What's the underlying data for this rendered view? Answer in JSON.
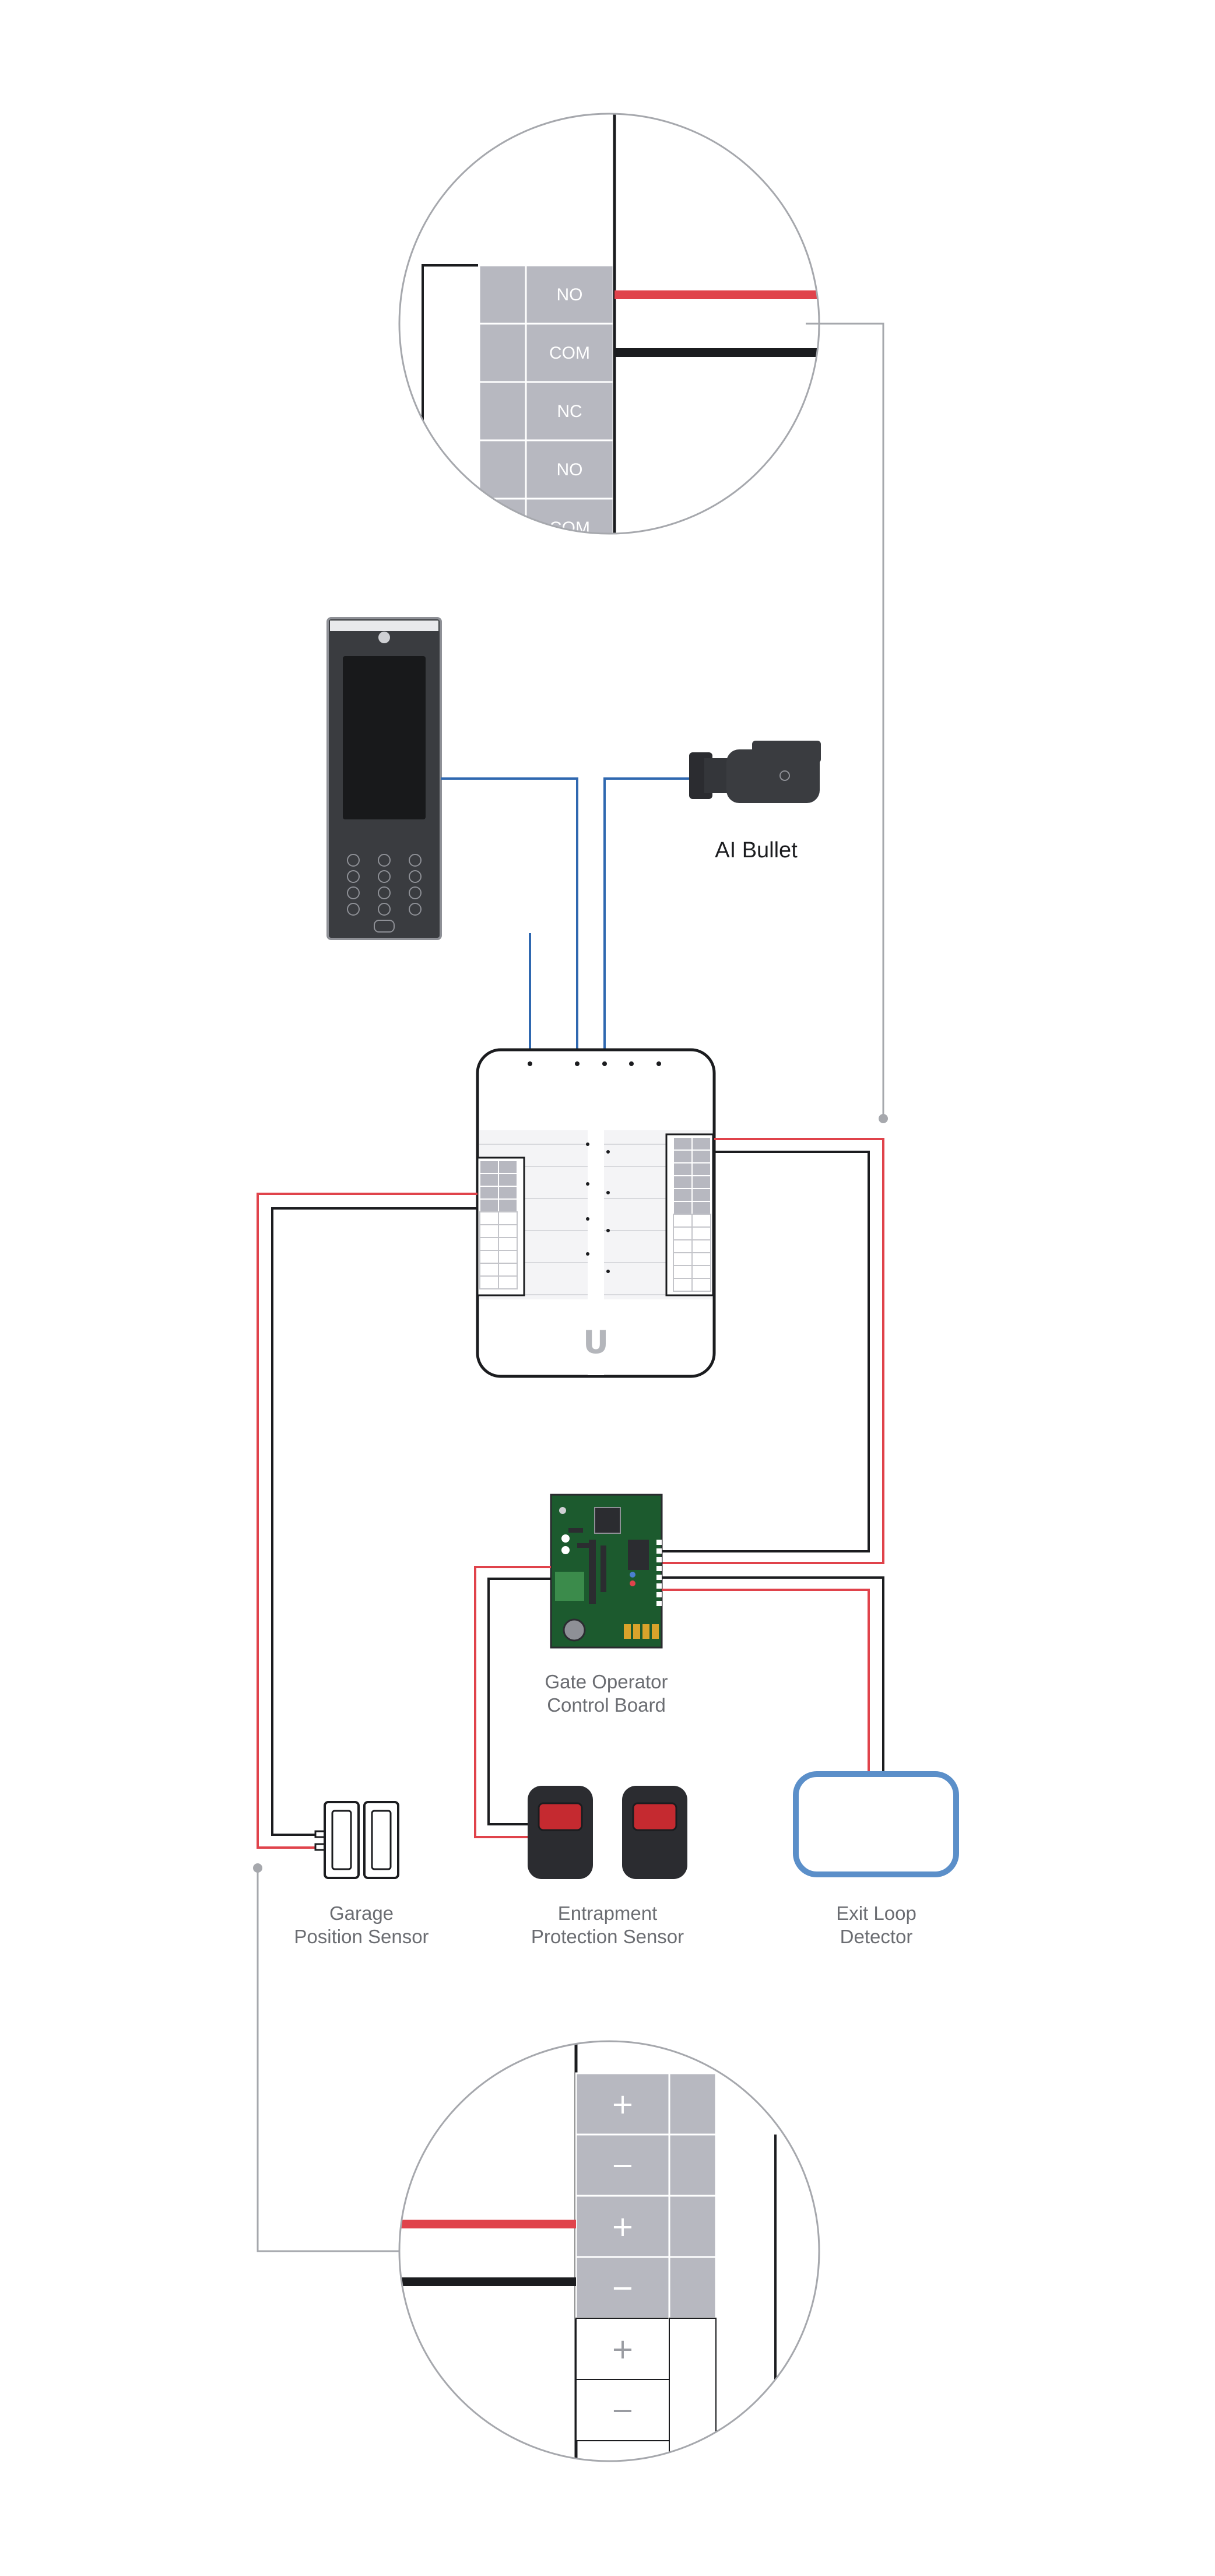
{
  "colors": {
    "wire_red": "#e0434b",
    "wire_black": "#1b1c1f",
    "wire_blue": "#2f68b0",
    "leader_gray": "#a6a8ad",
    "terminal_gray": "#b7b8c0",
    "loop_blue": "#5b8fc9",
    "pcb_green": "#1c5a2e"
  },
  "zoom_top": {
    "terminals": [
      "NO",
      "COM",
      "NC",
      "NO",
      "COM"
    ]
  },
  "zoom_bottom": {
    "terminals": [
      "+",
      "−",
      "+",
      "−",
      "+",
      "−"
    ]
  },
  "devices": {
    "intercom": {
      "icon": "intercom-icon"
    },
    "camera": {
      "label": "AI Bullet",
      "icon": "bullet-camera-icon"
    },
    "hub": {
      "icon": "access-hub-icon",
      "logo": "U"
    },
    "gate_board": {
      "label_line1": "Gate Operator",
      "label_line2": "Control Board",
      "icon": "circuit-board-icon"
    },
    "position_sensor": {
      "label_line1": "Garage",
      "label_line2": "Position Sensor",
      "icon": "magnetic-sensor-icon"
    },
    "entrapment_sensor": {
      "label_line1": "Entrapment",
      "label_line2": "Protection Sensor",
      "icon": "remote-sensor-icon"
    },
    "exit_loop": {
      "label_line1": "Exit Loop",
      "label_line2": "Detector",
      "icon": "loop-detector-icon"
    }
  }
}
